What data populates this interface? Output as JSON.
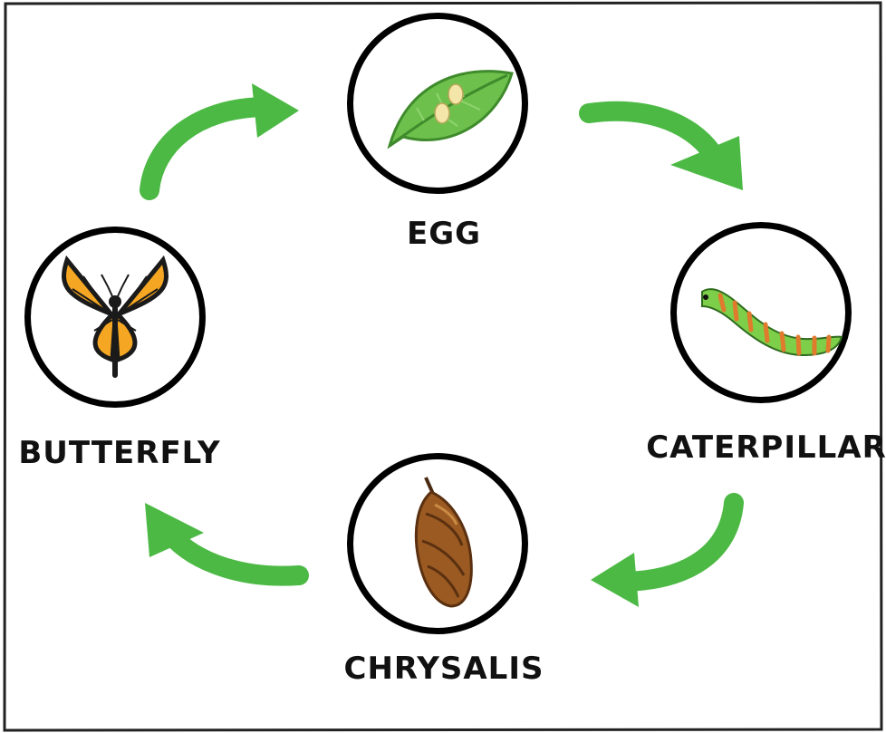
{
  "diagram": {
    "stages": [
      {
        "id": "egg",
        "label": "EGG",
        "icon": "egg-on-leaf-icon"
      },
      {
        "id": "caterpillar",
        "label": "CATERPILLAR",
        "icon": "caterpillar-icon"
      },
      {
        "id": "chrysalis",
        "label": "CHRYSALIS",
        "icon": "chrysalis-icon"
      },
      {
        "id": "butterfly",
        "label": "BUTTERFLY",
        "icon": "butterfly-icon"
      }
    ],
    "arrows": [
      {
        "from": "egg",
        "to": "caterpillar"
      },
      {
        "from": "caterpillar",
        "to": "chrysalis"
      },
      {
        "from": "chrysalis",
        "to": "butterfly"
      },
      {
        "from": "butterfly",
        "to": "egg"
      }
    ],
    "colors": {
      "arrow": "#4cb944",
      "border": "#000000",
      "label": "#111111"
    }
  }
}
